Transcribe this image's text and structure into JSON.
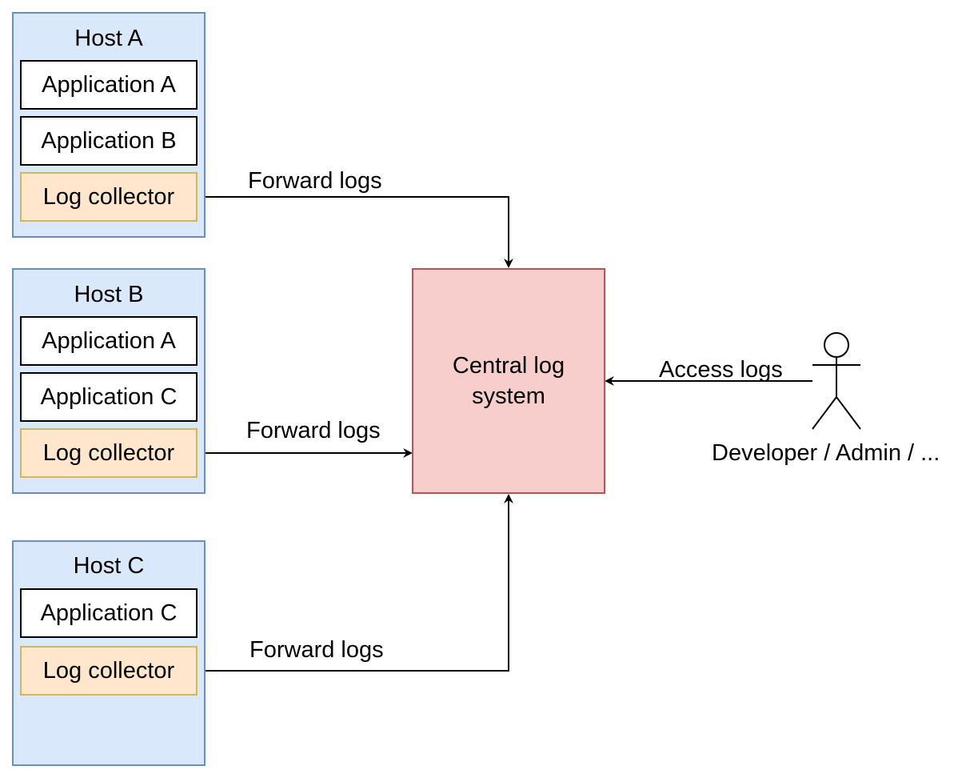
{
  "hosts": [
    {
      "title": "Host A",
      "apps": [
        "Application A",
        "Application B"
      ],
      "collector": "Log collector"
    },
    {
      "title": "Host B",
      "apps": [
        "Application A",
        "Application C"
      ],
      "collector": "Log collector"
    },
    {
      "title": "Host C",
      "apps": [
        "Application C"
      ],
      "collector": "Log collector"
    }
  ],
  "central": {
    "label": "Central log system"
  },
  "edges": {
    "forward_a": "Forward logs",
    "forward_b": "Forward logs",
    "forward_c": "Forward logs",
    "access": "Access logs"
  },
  "actor": {
    "label": "Developer / Admin / ..."
  },
  "colors": {
    "host_fill": "#dae8fc",
    "host_stroke": "#6c8ebf",
    "collector_fill": "#ffe6cc",
    "collector_stroke": "#d6b656",
    "central_fill": "#f8cecc",
    "central_stroke": "#b85450"
  }
}
